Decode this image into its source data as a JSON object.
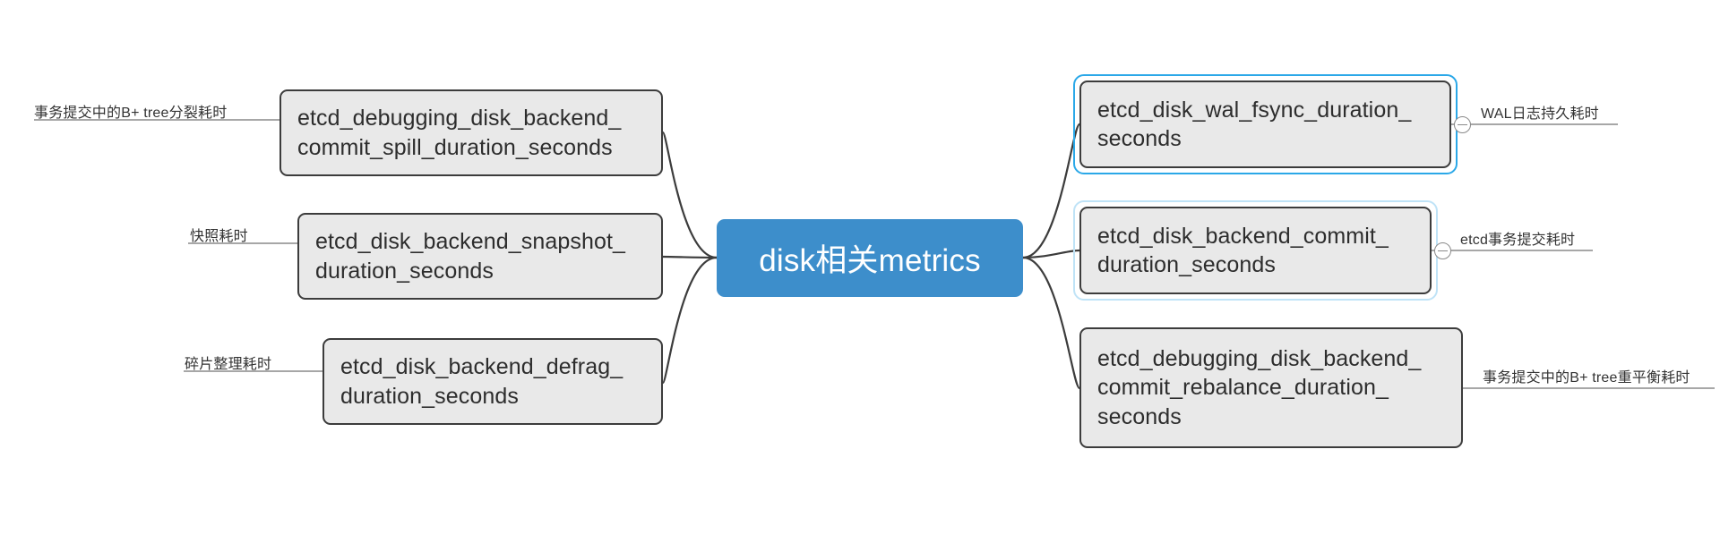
{
  "mindmap": {
    "center": {
      "label": "disk相关metrics",
      "color": "#3d8ecb",
      "text_color": "#ffffff"
    },
    "node_style": {
      "fill": "#e9e9e9",
      "border": "#3c3c3c",
      "text": "#2d2d2d",
      "selected_outline": "#2ba8e8",
      "hover_outline": "#bfe3f7"
    },
    "left_branches": [
      {
        "id": "commit-spill",
        "metric": "etcd_debugging_disk_backend_\ncommit_spill_duration_seconds",
        "annotation": "事务提交中的B+ tree分裂耗时",
        "selected": false,
        "has_collapse": false
      },
      {
        "id": "backend-snapshot",
        "metric": "etcd_disk_backend_snapshot_\nduration_seconds",
        "annotation": "快照耗时",
        "selected": false,
        "has_collapse": false
      },
      {
        "id": "backend-defrag",
        "metric": "etcd_disk_backend_defrag_\nduration_seconds",
        "annotation": "碎片整理耗时",
        "selected": false,
        "has_collapse": false
      }
    ],
    "right_branches": [
      {
        "id": "wal-fsync",
        "metric": "etcd_disk_wal_fsync_duration_\nseconds",
        "annotation": "WAL日志持久耗时",
        "selected": true,
        "has_collapse": true
      },
      {
        "id": "backend-commit",
        "metric": "etcd_disk_backend_commit_\nduration_seconds",
        "annotation": "etcd事务提交耗时",
        "selected": false,
        "hover": true,
        "has_collapse": true
      },
      {
        "id": "commit-rebalance",
        "metric": "etcd_debugging_disk_backend_\ncommit_rebalance_duration_\nseconds",
        "annotation": "事务提交中的B+ tree重平衡耗时",
        "selected": false,
        "has_collapse": false
      }
    ]
  }
}
